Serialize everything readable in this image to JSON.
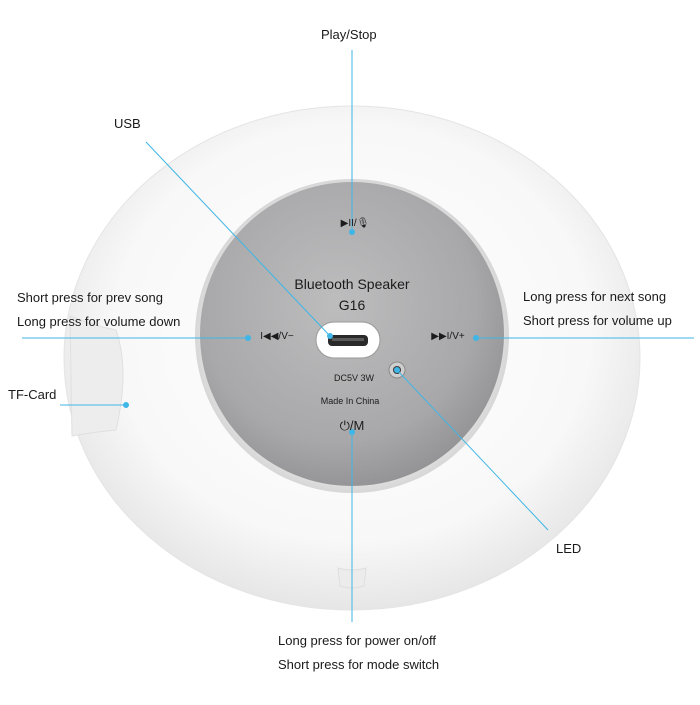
{
  "device": {
    "model_name": "Bluetooth Speaker",
    "model_code": "G16",
    "power_rating": "DC5V 3W",
    "origin": "Made In China",
    "play_symbol": "▶II/🎙",
    "prev_symbol": "I◀◀/V−",
    "next_symbol": "▶▶I/V+",
    "power_symbol": "⏻/M"
  },
  "callouts": {
    "play_stop": "Play/Stop",
    "usb": "USB",
    "prev_line1": "Short press for prev song",
    "prev_line2": "Long press for volume down",
    "next_line1": "Long press for next song",
    "next_line2": "Short press for volume up",
    "tf_card": "TF-Card",
    "led": "LED",
    "power_line1": "Long press for power on/off",
    "power_line2": "Short press for mode switch"
  },
  "colors": {
    "leader_line": "#3fb6e6",
    "plate": "#a9a9ab",
    "shell": "#f7f7f7"
  },
  "icons": {
    "play_pause": "play-pause-mic-icon",
    "prev": "previous-track-icon",
    "next": "next-track-icon",
    "power": "power-icon",
    "usb_port": "micro-usb-port",
    "led": "led-indicator"
  }
}
